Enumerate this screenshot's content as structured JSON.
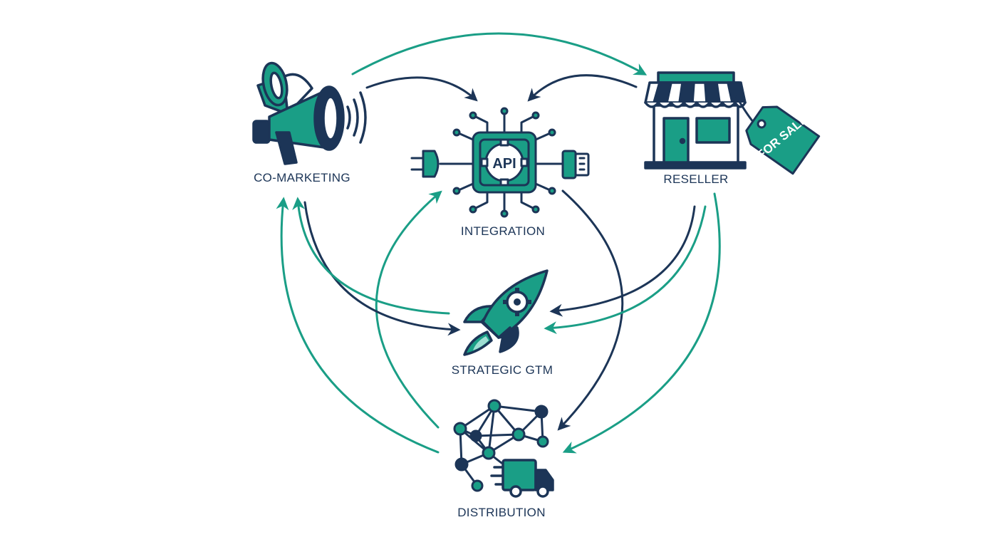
{
  "nodes": {
    "co_marketing": {
      "label": "CO-MARKETING"
    },
    "integration": {
      "label": "INTEGRATION",
      "chip_text": "API"
    },
    "reseller": {
      "label": "RESELLER",
      "tag_text": "FOR SALE"
    },
    "strategic_gtm": {
      "label": "STRATEGIC GTM"
    },
    "distribution": {
      "label": "DISTRIBUTION"
    }
  },
  "colors": {
    "navy": "#1c3557",
    "teal": "#1a9e86",
    "light_teal": "#9fded3",
    "white": "#ffffff"
  }
}
